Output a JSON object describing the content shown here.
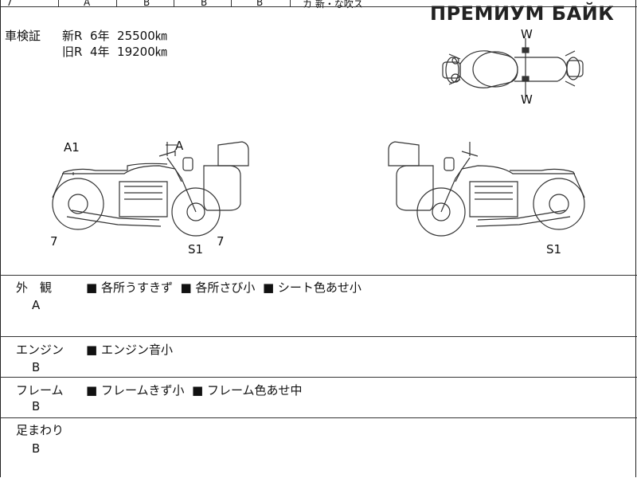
{
  "header": {
    "brand": "ПРЕМИУМ БАЙК",
    "top_stubs": [
      "7",
      "A",
      "B",
      "B",
      "B",
      "カ   新・な吹ス"
    ]
  },
  "inspection": {
    "label": "車検証",
    "new_row": "新R  6年  25500㎞",
    "old_row": "旧R  4年  19200㎞"
  },
  "diagram": {
    "top_view_labels": [
      "W",
      "W"
    ],
    "left_side_labels": [
      "A1",
      "A",
      "7",
      "7",
      "S1"
    ],
    "right_side_labels": [
      "S1"
    ]
  },
  "sections": [
    {
      "title": "外　観",
      "grade": "A",
      "notes": "■ 各所うすきず  ■ 各所さび小  ■ シート色あせ小"
    },
    {
      "title": "エンジン",
      "grade": "B",
      "notes": "■ エンジン音小"
    },
    {
      "title": "フレーム",
      "grade": "B",
      "notes": "■ フレームきず小  ■ フレーム色あせ中"
    },
    {
      "title": "足まわり",
      "grade": "B",
      "notes": ""
    }
  ]
}
